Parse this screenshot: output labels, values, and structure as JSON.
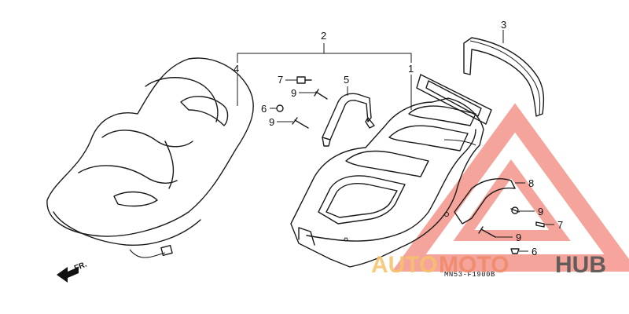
{
  "callouts": {
    "n1": "1",
    "n2": "2",
    "n3": "3",
    "n4": "4",
    "n5": "5",
    "n6a": "6",
    "n7a": "7",
    "n8": "8",
    "n9a": "9",
    "n9b": "9",
    "n9c": "9",
    "n9d": "9",
    "n7b": "7",
    "n6b": "6"
  },
  "direction_label": "FR.",
  "diagram_code": "MN53-F1900B",
  "watermark": {
    "part1": "AUTO",
    "part2": "MOTO",
    "part3": "HUB",
    "color_main": "#f08a6a",
    "color_hub": "#555555"
  }
}
